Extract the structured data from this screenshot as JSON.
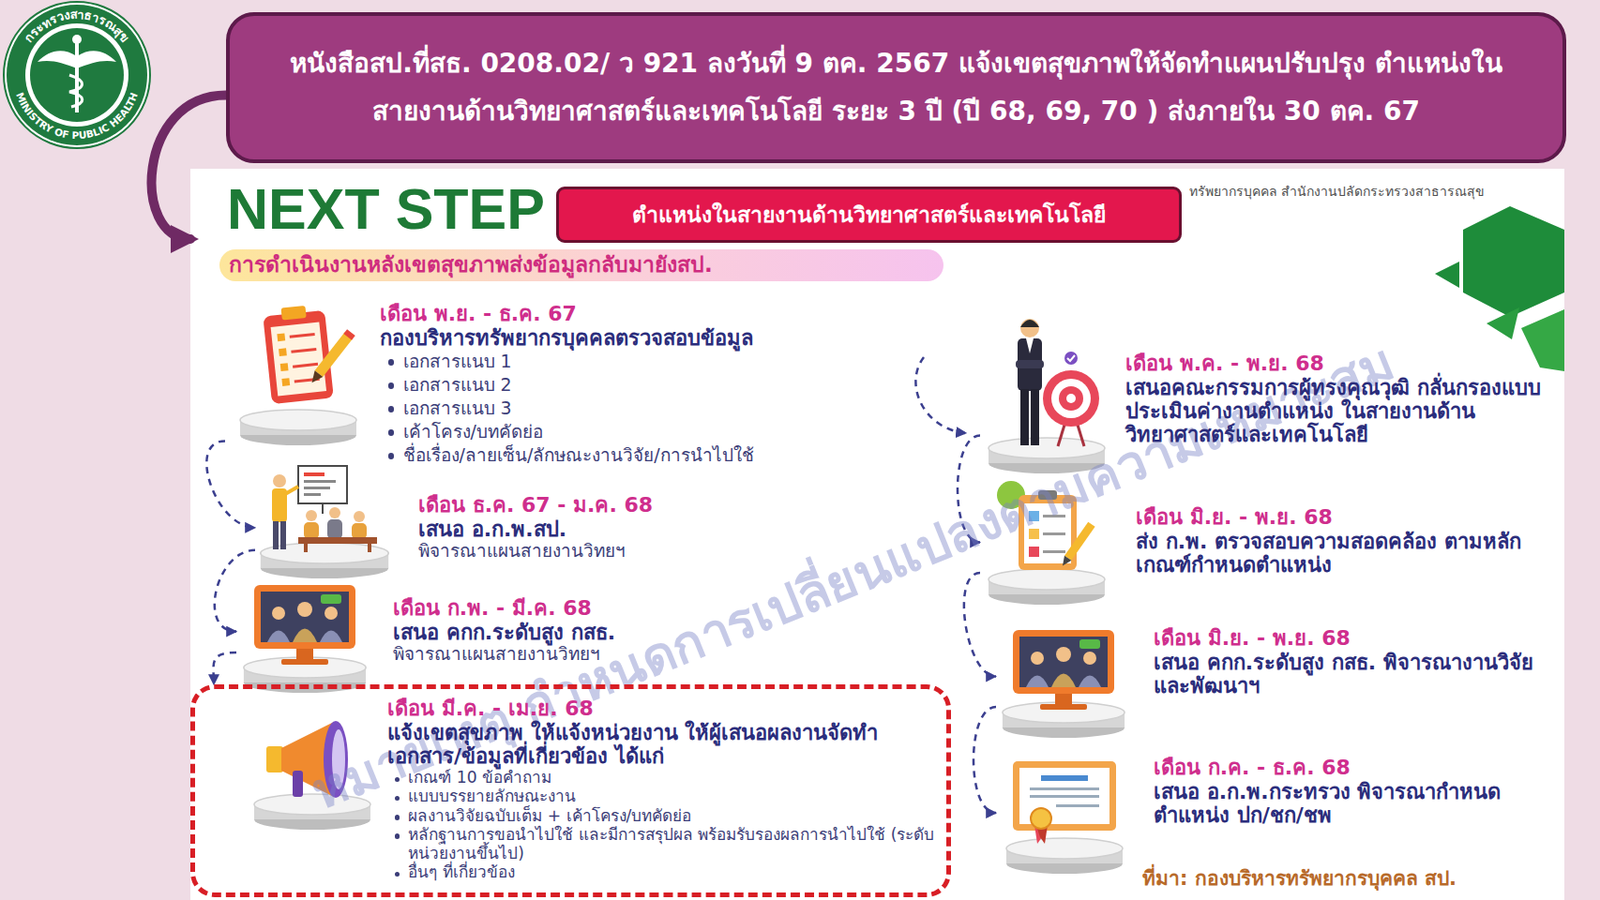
{
  "diagram": {
    "nodes": [
      {
        "text": [
          "หนังสือสป.ที่สธ. 0208.02/ ว 921 ลงวันที่ 9 ตค. 2567 แจ้งเขตสุขภาพให้จัดทำแผนปรับปรุง ตำแหน่งในสายงานด้านวิทยาศาสตร์และเทคโนโลยี ระยะ 3 ปี (ปี 68, 69, 70 ) ส่งภายใน 30 ตค. 67"
        ]
      },
      {
        "text": [
          "NEXT STEP"
        ]
      },
      {
        "text": [
          "ตำแหน่งในสายงานด้านวิทยาศาสตร์และเทคโนโลยี"
        ],
        "in": 1
      },
      {
        "text": [
          "การดำเนินงานหลังเขตสุขภาพส่งข้อมูลกลับมายังสป."
        ],
        "in": 1
      },
      {
        "text": [
          "เดือน พ.ย. - ธ.ค. 67",
          "กองบริหารทรัพยากรบุคคลตรวจสอบข้อมูล",
          "เอกสารแนบ 1",
          "เอกสารแนบ 2",
          "เอกสารแนบ 3",
          "เค้าโครง/บทคัดย่อ",
          "ชื่อเรื่อง/ลายเซ็น/ลักษณะงานวิจัย/การนำไปใช้"
        ],
        "in": 1
      },
      {
        "text": [
          "เดือน ธ.ค. 67 - ม.ค. 68",
          "เสนอ อ.ก.พ.สป.",
          "พิจารณาแผนสายงานวิทยฯ"
        ],
        "in": 1
      },
      {
        "text": [
          "เดือน ก.พ. - มี.ค. 68",
          "เสนอ คกก.ระดับสูง กสธ.",
          "พิจารณาแผนสายงานวิทยฯ"
        ],
        "in": 1
      },
      {
        "text": [
          "เดือน มี.ค. - เม.ย. 68",
          "แจ้งเขตสุขภาพ ให้แจ้งหน่วยงาน ให้ผู้เสนอผลงานจัดทำเอกสาร/ข้อมูลที่เกี่ยวข้อง ได้แก่",
          "เกณฑ์ 10 ข้อคำถาม",
          "แบบบรรยายลักษณะงาน",
          "ผลงานวิจัยฉบับเต็ม + เค้าโครง/บทคัดย่อ",
          "หลักฐานการขอนำไปใช้ และมีการสรุปผล พร้อมรับรองผลการนำไปใช้ (ระดับหน่วยงานขึ้นไป)",
          "อื่นๆ ที่เกี่ยวข้อง"
        ],
        "in": 1
      },
      {
        "text": [
          "เดือน พ.ค. - พ.ย. 68",
          "เสนอคณะกรรมการผู้ทรงคุณวุฒิ กลั่นกรองแบบประเมินค่างานตำแหน่ง ในสายงานด้านวิทยาศาสตร์และเทคโนโลยี"
        ],
        "in": 1
      },
      {
        "text": [
          "เดือน มิ.ย. - พ.ย. 68",
          "ส่ง ก.พ. ตรวจสอบความสอดคล้อง ตามหลักเกณฑ์กำหนดตำแหน่ง"
        ],
        "in": 1
      },
      {
        "text": [
          "เดือน มิ.ย. - พ.ย. 68",
          "เสนอ คกก.ระดับสูง กสธ. พิจารณางานวิจัยและพัฒนาฯ"
        ],
        "in": 1
      },
      {
        "text": [
          "เดือน ก.ค. - ธ.ค. 68",
          "เสนอ อ.ก.พ.กระทรวง พิจารณากำหนดตำแหน่ง ปก/ชก/ชพ"
        ],
        "in": 1
      }
    ],
    "edges": [
      {
        "from": 0,
        "to": 1,
        "arrow": "to"
      },
      {
        "from": 4,
        "to": 5,
        "arrow": "to"
      },
      {
        "from": 5,
        "to": 6,
        "arrow": "to"
      },
      {
        "from": 6,
        "to": 7,
        "arrow": "to"
      },
      {
        "from": 8,
        "to": 9,
        "arrow": "to"
      },
      {
        "from": 9,
        "to": 10,
        "arrow": "to"
      },
      {
        "from": 10,
        "to": 11,
        "arrow": "to"
      }
    ],
    "labels": [
      "กระทรวงสาธารณสุข",
      "MINISTRY OF PUBLIC HEALTH",
      "ทรัพยากรบุคคล สำนักงานปลัดกระทรวงสาธารณสุข",
      "หมายเหตุ กำหนดการเปลี่ยนแปลงตามความเหมาะสม",
      "ที่มา: กองบริหารทรัพยากรบุคคล สป."
    ]
  }
}
